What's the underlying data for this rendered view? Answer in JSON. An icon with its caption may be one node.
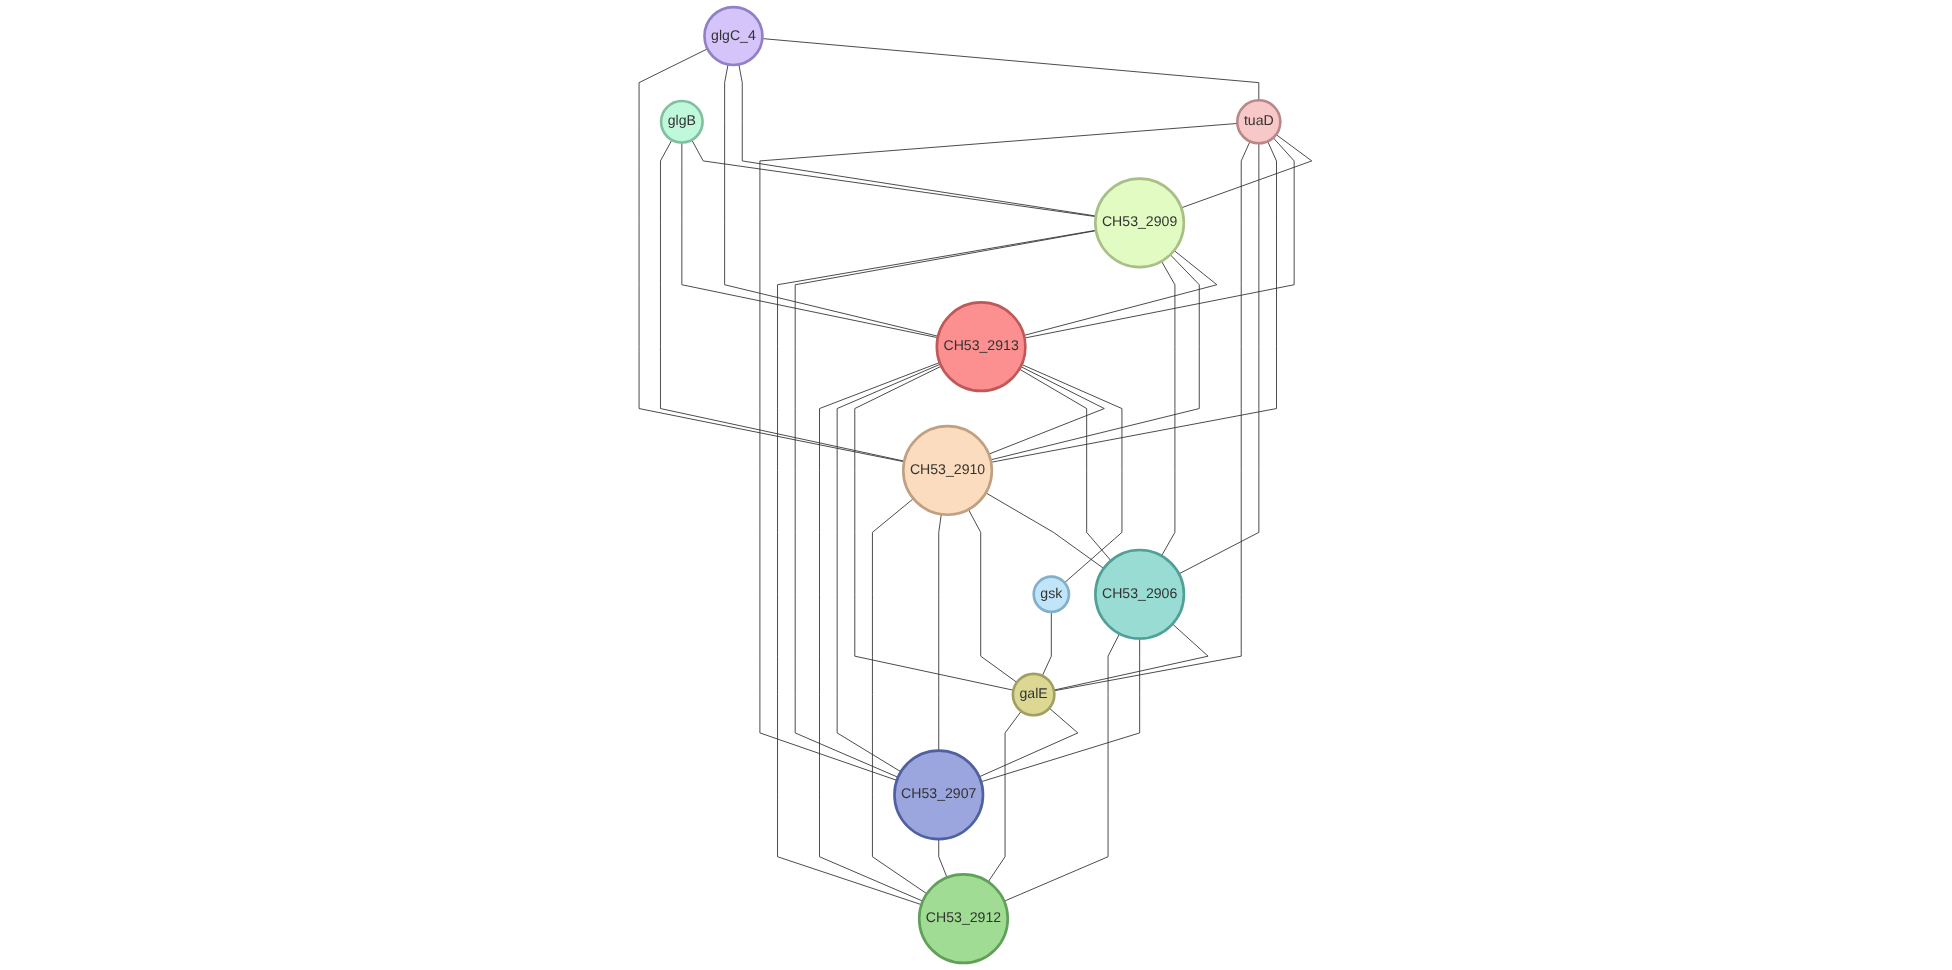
{
  "diagram": {
    "nodes": [
      {
        "text": [
          "glgC_4"
        ]
      },
      {
        "text": [
          "tuaD"
        ]
      },
      {
        "text": [
          "CH53_2909"
        ]
      },
      {
        "text": [
          "CH53_2913"
        ]
      },
      {
        "text": [
          "gsk"
        ]
      },
      {
        "text": [
          "glgB"
        ]
      },
      {
        "text": [
          "CH53_2910"
        ]
      },
      {
        "text": [
          "CH53_2906"
        ]
      },
      {
        "text": [
          "galE"
        ]
      },
      {
        "text": [
          "CH53_2907"
        ]
      },
      {
        "text": [
          "CH53_2912"
        ]
      }
    ],
    "edges": [
      {
        "from": 0,
        "to": 1,
        "arrow": "none"
      },
      {
        "from": 0,
        "to": 2,
        "arrow": "none"
      },
      {
        "from": 0,
        "to": 3,
        "arrow": "none"
      },
      {
        "from": 0,
        "to": 6,
        "arrow": "none"
      },
      {
        "from": 1,
        "to": 2,
        "arrow": "none"
      },
      {
        "from": 1,
        "to": 3,
        "arrow": "none"
      },
      {
        "from": 1,
        "to": 6,
        "arrow": "none"
      },
      {
        "from": 1,
        "to": 7,
        "arrow": "none"
      },
      {
        "from": 1,
        "to": 8,
        "arrow": "none"
      },
      {
        "from": 1,
        "to": 9,
        "arrow": "none"
      },
      {
        "from": 2,
        "to": 3,
        "arrow": "none"
      },
      {
        "from": 5,
        "to": 2,
        "arrow": "none"
      },
      {
        "from": 2,
        "to": 6,
        "arrow": "none"
      },
      {
        "from": 2,
        "to": 7,
        "arrow": "none"
      },
      {
        "from": 2,
        "to": 9,
        "arrow": "none"
      },
      {
        "from": 2,
        "to": 10,
        "arrow": "none"
      },
      {
        "from": 3,
        "to": 4,
        "arrow": "none"
      },
      {
        "from": 5,
        "to": 3,
        "arrow": "none"
      },
      {
        "from": 3,
        "to": 6,
        "arrow": "none"
      },
      {
        "from": 3,
        "to": 7,
        "arrow": "none"
      },
      {
        "from": 3,
        "to": 8,
        "arrow": "none"
      },
      {
        "from": 3,
        "to": 9,
        "arrow": "none"
      },
      {
        "from": 3,
        "to": 10,
        "arrow": "none"
      },
      {
        "from": 5,
        "to": 6,
        "arrow": "none"
      },
      {
        "from": 6,
        "to": 7,
        "arrow": "none"
      },
      {
        "from": 6,
        "to": 8,
        "arrow": "none"
      },
      {
        "from": 6,
        "to": 9,
        "arrow": "none"
      },
      {
        "from": 6,
        "to": 10,
        "arrow": "none"
      },
      {
        "from": 7,
        "to": 8,
        "arrow": "none"
      },
      {
        "from": 7,
        "to": 9,
        "arrow": "none"
      },
      {
        "from": 7,
        "to": 10,
        "arrow": "none"
      },
      {
        "from": 4,
        "to": 8,
        "arrow": "none"
      },
      {
        "from": 8,
        "to": 9,
        "arrow": "none"
      },
      {
        "from": 8,
        "to": 10,
        "arrow": "none"
      },
      {
        "from": 9,
        "to": 10,
        "arrow": "none"
      }
    ]
  }
}
